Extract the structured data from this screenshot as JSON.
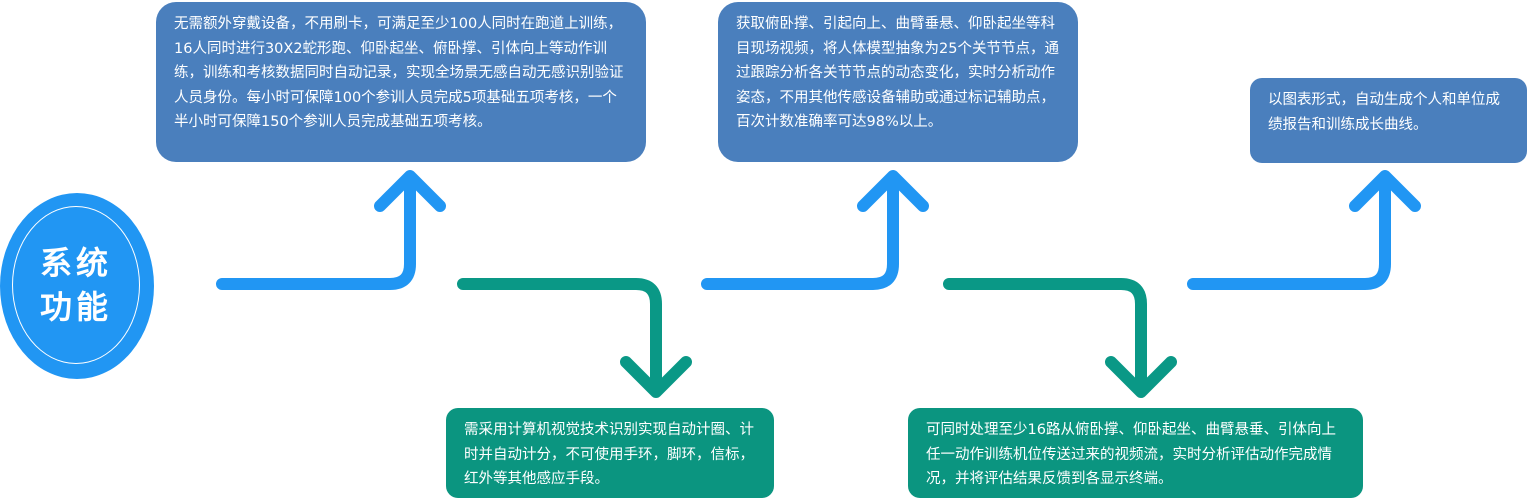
{
  "title": {
    "line1": "系统",
    "line2": "功能"
  },
  "colors": {
    "blue_box": "#4a7fbd",
    "teal_box": "#0b9580",
    "blue_arrow": "#2196f3",
    "teal_arrow": "#0a9886",
    "circle": "#2196f3"
  },
  "boxes": {
    "box1": "无需额外穿戴设备，不用刷卡，可满足至少100人同时在跑道上训练，16人同时进行30X2蛇形跑、仰卧起坐、俯卧撑、引体向上等动作训练，训练和考核数据同时自动记录，实现全场景无感自动无感识别验证人员身份。每小时可保障100个参训人员完成5项基础五项考核，一个半小时可保障150个参训人员完成基础五项考核。",
    "box2": "需采用计算机视觉技术识别实现自动计圈、计时并自动计分，不可使用手环，脚环，信标，红外等其他感应手段。",
    "box3": "获取俯卧撑、引起向上、曲臂垂悬、仰卧起坐等科目现场视频，将人体模型抽象为25个关节节点，通过跟踪分析各关节节点的动态变化，实时分析动作姿态，不用其他传感设备辅助或通过标记辅助点，百次计数准确率可达98%以上。",
    "box4": "可同时处理至少16路从俯卧撑、仰卧起坐、曲臂悬垂、引体向上任一动作训练机位传送过来的视频流，实时分析评估动作完成情况，并将评估结果反馈到各显示终端。",
    "box5": "以图表形式，自动生成个人和单位成绩报告和训练成长曲线。"
  }
}
